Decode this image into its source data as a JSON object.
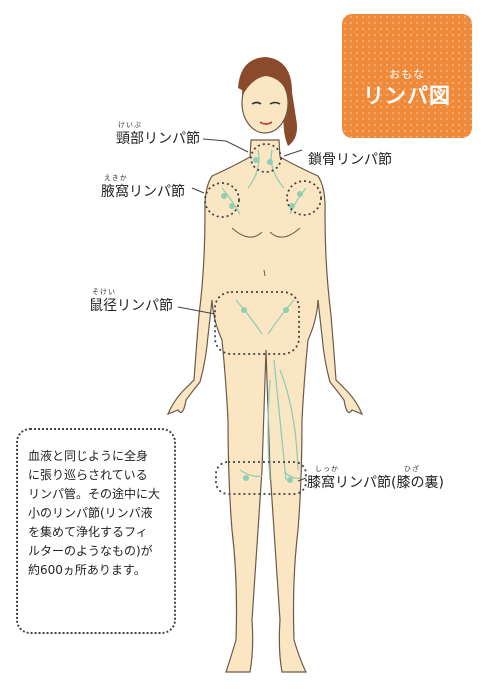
{
  "badge": {
    "small": "おもな",
    "title": "リンパ図"
  },
  "labels": {
    "neck": {
      "text": "頸部リンパ節",
      "ruby": "けいぶ"
    },
    "clav": {
      "text": "鎖骨リンパ節",
      "ruby": ""
    },
    "axil": {
      "text": "腋窩リンパ節",
      "ruby": "えきか"
    },
    "ingu": {
      "text": "鼠径リンパ節",
      "ruby": "そけい"
    },
    "knee": {
      "text": "膝窩リンパ節(膝の裏)",
      "ruby1": "しっか",
      "ruby2": "ひざ"
    }
  },
  "note": {
    "text": "血液と同じように全身\nに張り巡らされている\nリンパ管。その途中に大\n小のリンパ節(リンパ液\nを集めて浄化するフィ\nルターのようなもの)が\n約600ヵ所あります。"
  },
  "colors": {
    "skin": "#fbe6c4",
    "outline": "#6b5a48",
    "hair": "#8a4a2c",
    "lymph": "#8fcfb3",
    "badge": "#ef8a3a"
  }
}
